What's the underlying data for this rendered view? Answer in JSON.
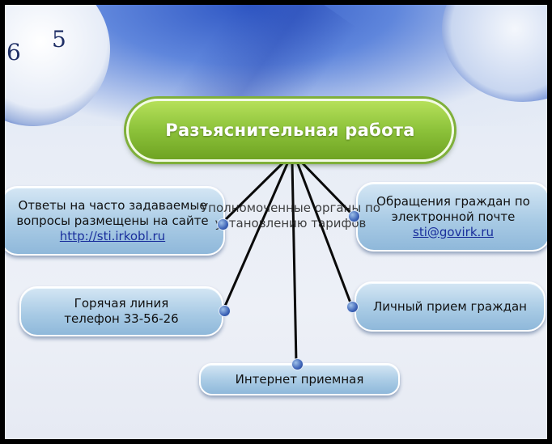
{
  "diagram": {
    "center": {
      "title": "Разъяснительная работа"
    },
    "nodes": {
      "faq": {
        "line1": "Ответы на часто задаваемые",
        "line2": "вопросы размещены на сайте",
        "link": "http://sti.irkobl.ru"
      },
      "email": {
        "line1": "Обращения граждан по",
        "line2": "электронной почте",
        "link": "sti@govirk.ru"
      },
      "hotline": {
        "line1": "Горячая линия",
        "line2": "телефон 33-56-26"
      },
      "personal": {
        "label": "Личный прием граждан"
      },
      "internet": {
        "label": "Интернет приемная"
      },
      "authorized": {
        "line1": "Уполномоченные органы по",
        "line2": "установлению тарифов"
      }
    },
    "clock_digits": [
      "6",
      "5"
    ],
    "colors": {
      "center_fill": "#8cc23a",
      "node_fill": "#a9cbe5",
      "connector": "#0a0a0a",
      "link": "#1a2f9c"
    }
  }
}
